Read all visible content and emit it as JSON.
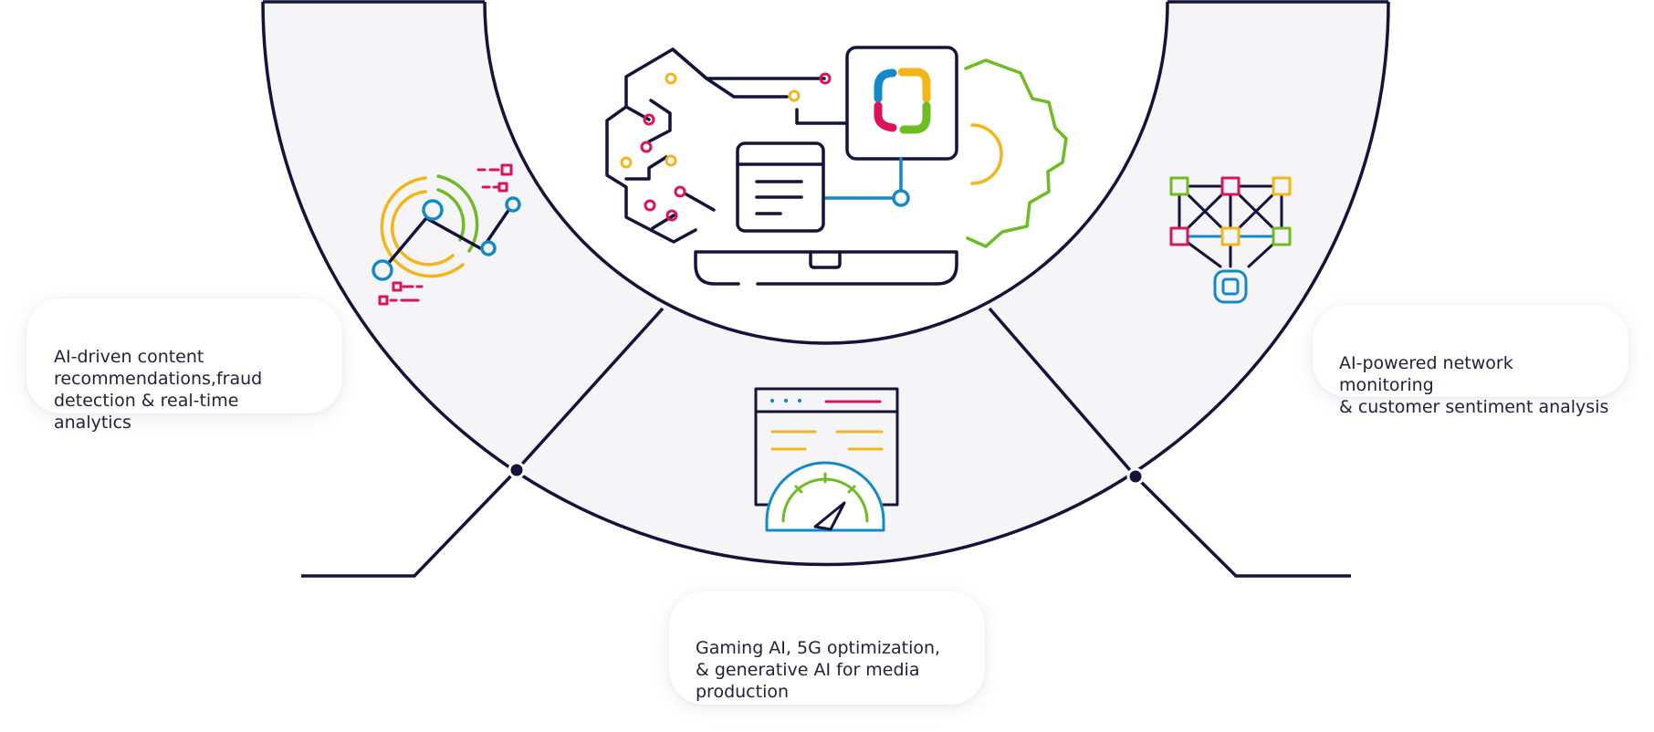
{
  "colors": {
    "navy": "#141339",
    "band_fill": "#f5f5f8",
    "yellow": "#f4b51a",
    "green": "#6ebb24",
    "blue": "#1389c9",
    "pink": "#d9145a",
    "text": "#23223a"
  },
  "callouts": {
    "left": "AI-driven content\nrecommendations,fraud\ndetection & real-time analytics",
    "right": "AI-powered network monitoring\n& customer sentiment analysis",
    "bottom": "Gaming AI, 5G optimization,\n& generative AI for media\nproduction"
  },
  "icons": {
    "center": "ai-computer-brain-gear-icon",
    "left": "analytics-donut-chart-icon",
    "right": "network-mesh-icon",
    "bottom": "performance-speedometer-icon"
  }
}
